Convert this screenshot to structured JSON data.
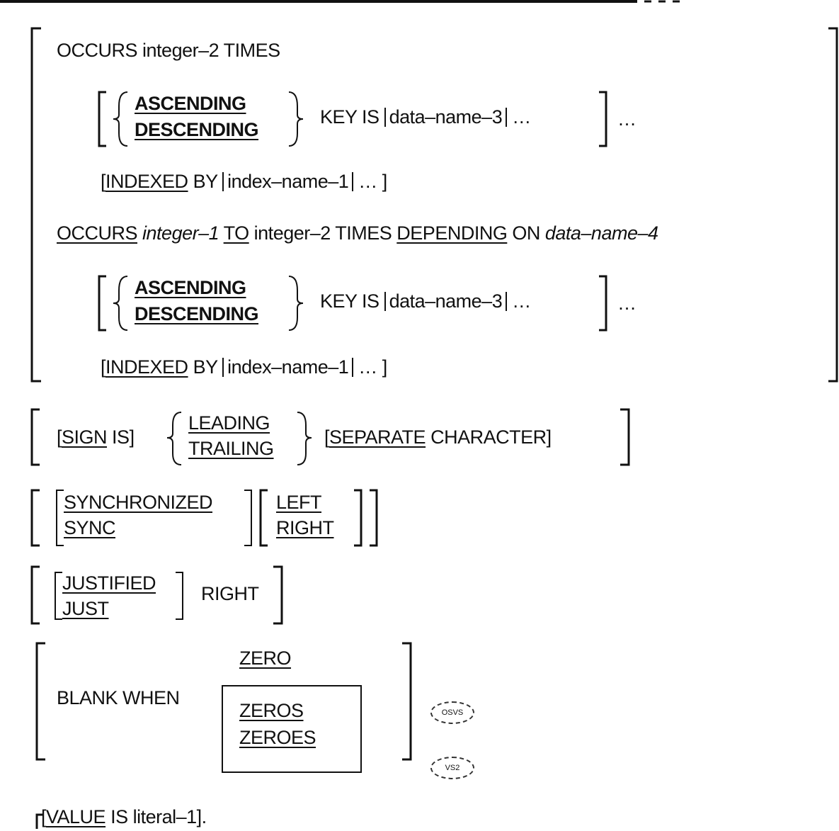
{
  "occurs_fixed": {
    "clause": "OCCURS integer–2 TIMES",
    "kw1": "OCCURS",
    "p1": "integer–2 TIMES"
  },
  "key1": {
    "asc": "ASCENDING",
    "desc": "DESCENDING",
    "mid": "KEY IS",
    "name": "data–name–3",
    "dots": "…",
    "tail": "…"
  },
  "idx1": {
    "kw": "INDEXED",
    "by": "BY",
    "name": "index–name–1",
    "dots": "…"
  },
  "occurs_var": {
    "kw1": "OCCURS",
    "p1": "integer–1",
    "kw2": "TO",
    "p2": "integer–2 TIMES",
    "kw3": "DEPENDING",
    "p3": "ON",
    "p4": "data–name–4"
  },
  "key2": {
    "asc": "ASCENDING",
    "desc": "DESCENDING",
    "mid": "KEY IS",
    "name": "data–name–3",
    "dots": "…",
    "tail": "…"
  },
  "idx2": {
    "kw": "INDEXED",
    "by": "BY",
    "name": "index–name–1",
    "dots": "…"
  },
  "sign": {
    "kw": "SIGN",
    "is": "IS",
    "lead": "LEADING",
    "trail": "TRAILING",
    "sep": "SEPARATE",
    "char": "CHARACTER"
  },
  "sync": {
    "long": "SYNCHRONIZED",
    "short": "SYNC",
    "left": "LEFT",
    "right": "RIGHT"
  },
  "just": {
    "long": "JUSTIFIED",
    "short": "JUST",
    "right": "RIGHT"
  },
  "blank": {
    "phrase": "BLANK WHEN",
    "zero": "ZERO",
    "zeros": "ZEROS",
    "zeroes": "ZEROES",
    "note1": "OSVS",
    "note2": "VS2"
  },
  "value": {
    "kw": "VALUE",
    "is": "IS",
    "lit": "literal–1"
  }
}
